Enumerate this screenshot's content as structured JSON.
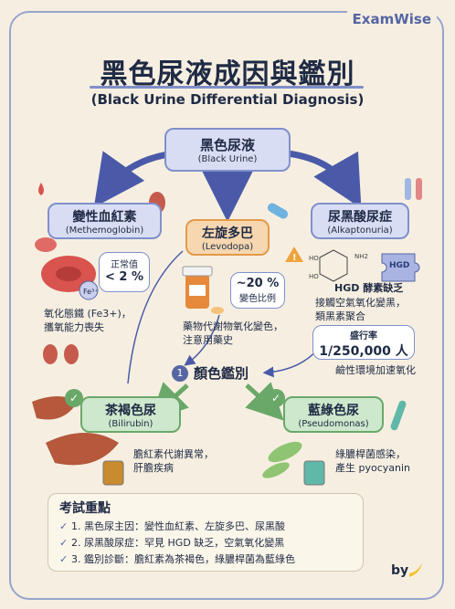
{
  "brand": "ExamWise",
  "title": "黑色尿液成因與鑑別",
  "subtitle": "(Black Urine Differential Diagnosis)",
  "main_node": {
    "zh": "黑色尿液",
    "en": "(Black Urine)"
  },
  "cause_methemoglobin": {
    "zh": "變性血紅素",
    "en": "(Methemoglobin)",
    "normal_label": "正常值",
    "normal_value": "< 2 %",
    "fe_label": "Fe³⁺",
    "note_line1": "氧化態鐵 (Fe3+)，",
    "note_line2": "攜氧能力喪失"
  },
  "cause_levodopa": {
    "zh": "左旋多巴",
    "en": "(Levodopa)",
    "ratio_value": "~20 %",
    "ratio_label": "變色比例",
    "note_line1": "藥物代謝物氧化變色，",
    "note_line2": "注意用藥史"
  },
  "cause_alkaptonuria": {
    "zh": "尿黑酸尿症",
    "en": "(Alkaptonuria)",
    "hgd_tag": "HGD",
    "hgd_line": "HGD 酵素缺乏",
    "note_line1": "接觸空氣氧化變黑，",
    "note_line2": "類黑素聚合",
    "prev_label": "盛行率",
    "prev_value": "1/250,000 人",
    "alkaline_note": "鹼性環境加速氧化"
  },
  "diff": {
    "number": "1",
    "label": "顏色鑑別"
  },
  "tea_urine": {
    "zh": "茶褐色尿",
    "en": "(Bilirubin)",
    "note_line1": "膽紅素代謝異常，",
    "note_line2": "肝膽疾病"
  },
  "blue_green_urine": {
    "zh": "藍綠色尿",
    "en": "(Pseudomonas)",
    "note_line1": "綠膿桿菌感染，",
    "note_line2": "產生 pyocyanin"
  },
  "exam": {
    "heading": "考試重點",
    "points": [
      "1. 黑色尿主因：變性血紅素、左旋多巴、尿黑酸",
      "2. 尿黑酸尿症：罕見 HGD 缺乏，空氣氧化變黑",
      "3. 鑑別診斷：膽紅素為茶褐色，綠膿桿菌為藍綠色"
    ]
  },
  "by_label": "by",
  "colors": {
    "accent": "#5566a3",
    "box_blue": "#d9ddf3",
    "box_orange": "#f6d7b0",
    "box_green": "#cde8cc",
    "arrow": "#4a5aa8"
  }
}
